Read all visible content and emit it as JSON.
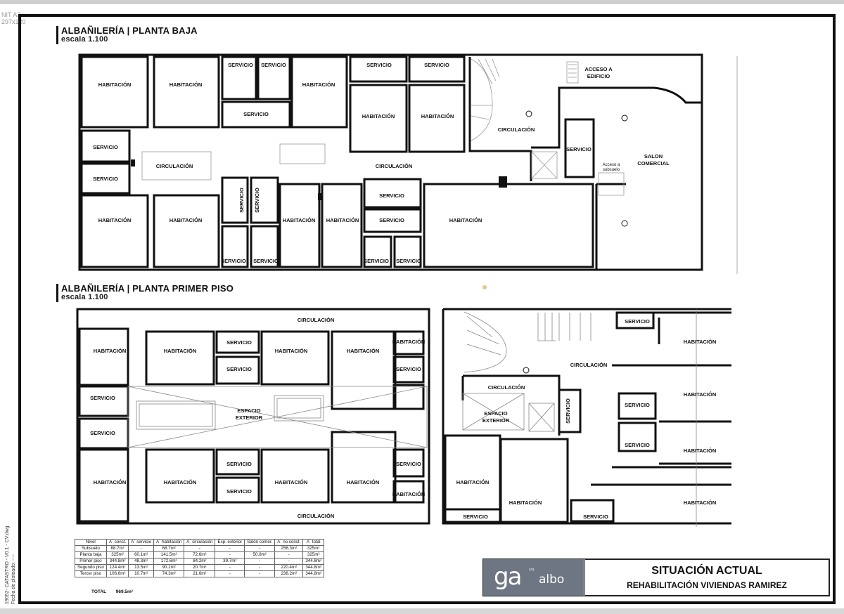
{
  "sheet": {
    "id_line1": "NIT A3",
    "id_line2": "297x120"
  },
  "side_meta": {
    "line1": "19052- CATASTRO - V0.1 - CV.dwg",
    "line2": "Fecha de ploteado: ----"
  },
  "plan_ground": {
    "title": "ALBAÑILERÍA | PLANTA BAJA",
    "scale": "escala 1.100",
    "rooms": {
      "habitacion": "HABITACIÓN",
      "servicio": "SERVICIO",
      "circulacion": "CIRCULACIÓN",
      "acceso_1": "ACCESO A",
      "acceso_2": "EDIFICIO",
      "salon_1": "SALON",
      "salon_2": "COMERCIAL",
      "subsuelo_1": "Acceso a",
      "subsuelo_2": "subsuelo"
    }
  },
  "plan_first": {
    "title": "ALBAÑILERÍA | PLANTA PRIMER PISO",
    "scale": "escala 1.100",
    "rooms": {
      "habitacion": "HABITACIÓN",
      "servicio": "SERVICIO",
      "circulacion": "CIRCULACIÓN",
      "exterior_1": "ESPACIO",
      "exterior_2": "EXTERIOR"
    }
  },
  "area_table": {
    "headers": [
      "Nivel",
      "A´ const.",
      "A´ servicio",
      "A´ habitación",
      "A´ circulación",
      "Esp. exterior",
      "Salón comer.",
      "A´ no const.",
      "A´ total"
    ],
    "rows": [
      [
        "Subsuelo",
        "68.7m²",
        "-",
        "68.7m²",
        "-",
        "-",
        "-",
        "256.3m²",
        "325m²"
      ],
      [
        "Planta baja",
        "325m²",
        "60.1m²",
        "141.5m²",
        "72.6m²",
        "-",
        "50.8m²",
        "-",
        "325m²"
      ],
      [
        "Primer piso",
        "344.8m²",
        "48.3m²",
        "172.6m²",
        "84.2m²",
        "39.7m²",
        "-",
        "-",
        "344.8m²"
      ],
      [
        "Segundo piso",
        "124.4m²",
        "13.5m²",
        "90.2m²",
        "20.7m²",
        "-",
        "-",
        "220.4m²",
        "344.8m²"
      ],
      [
        "Tercer piso",
        "106.6m²",
        "10.7m²",
        "74.3m²",
        "21.6m²",
        "-",
        "-",
        "238.2m²",
        "344.8m²"
      ]
    ],
    "total_label": "TOTAL",
    "total_value": "969.5m²"
  },
  "logo": {
    "mark": "ga",
    "small": "arq.",
    "name": "albo",
    "color": "#6f7683"
  },
  "title_block": {
    "main": "SITUACIÓN ACTUAL",
    "sub": "REHABILITACIÓN VIVIENDAS RAMIREZ"
  }
}
